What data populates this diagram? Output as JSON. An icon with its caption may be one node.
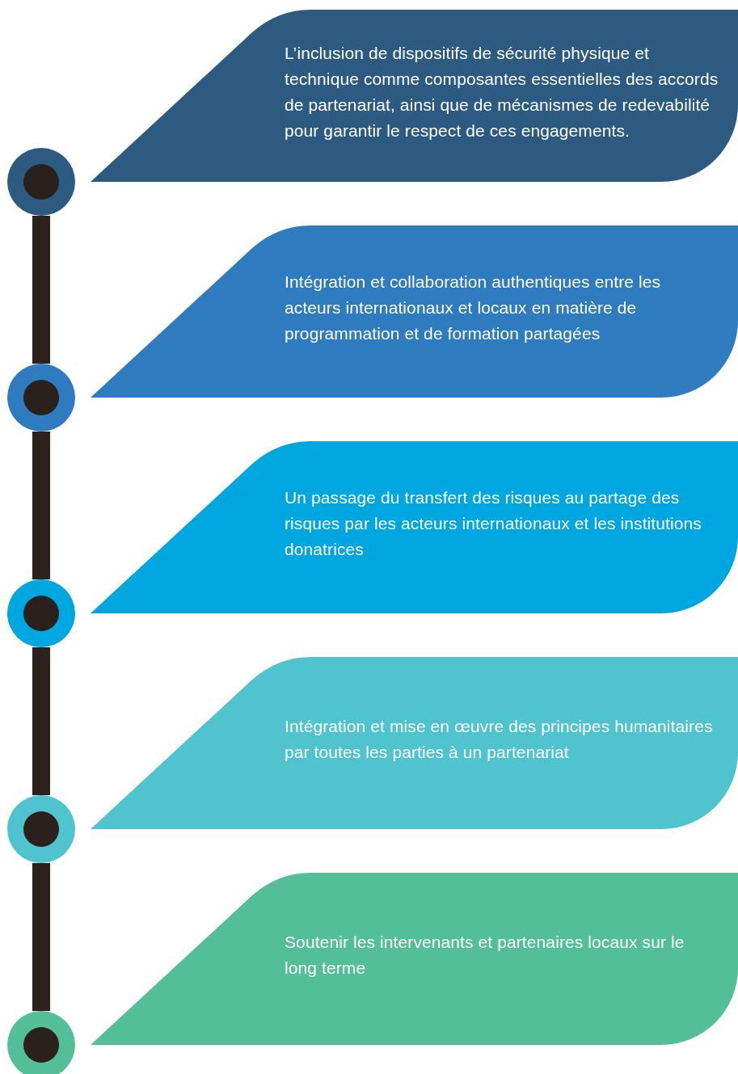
{
  "diagram": {
    "nodes": [
      {
        "text": [
          "L’inclusion de dispositifs de sécurité physique et technique comme composantes essentielles des accords de partenariat, ainsi que de mécanismes de redevabilité pour garantir le respect de ces engagements."
        ]
      },
      {
        "text": [
          "Intégration et collaboration authentiques entre les acteurs internationaux et locaux en matière de programmation et de formation partagées"
        ]
      },
      {
        "text": [
          "Un passage du transfert des risques au partage des risques par les acteurs internationaux et les institutions donatrices"
        ]
      },
      {
        "text": [
          "Intégration et mise en œuvre des principes humanitaires par toutes les parties à un partenariat"
        ]
      },
      {
        "text": [
          "Soutenir les intervenants et partenaires locaux sur le long terme"
        ]
      },
      {
        "text": [],
        "shape": "circle"
      },
      {
        "text": [],
        "shape": "circle"
      },
      {
        "text": [],
        "shape": "circle"
      },
      {
        "text": [],
        "shape": "circle"
      },
      {
        "text": [],
        "shape": "circle"
      }
    ],
    "edges": [
      {
        "from": 5,
        "to": 6,
        "arrow": "none"
      },
      {
        "from": 6,
        "to": 7,
        "arrow": "none"
      },
      {
        "from": 7,
        "to": 8,
        "arrow": "none"
      },
      {
        "from": 8,
        "to": 9,
        "arrow": "none"
      }
    ]
  }
}
